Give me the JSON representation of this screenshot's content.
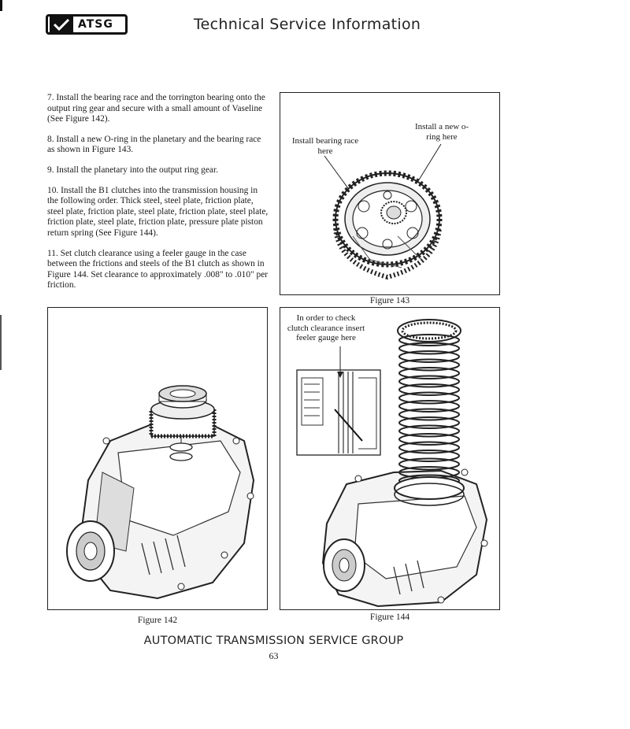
{
  "header": {
    "logo_text": "ATSG",
    "title": "Technical Service Information"
  },
  "instructions": [
    "7. Install the bearing race and the torrington bearing onto the output ring gear and secure with a small amount of Vaseline (See Figure 142).",
    "8. Install a new O-ring in the planetary and the bearing race as shown in Figure 143.",
    "9. Install the planetary into the output ring gear.",
    "10. Install the B1 clutches into the transmission housing in the following order. Thick steel, steel plate, friction plate, steel plate, friction plate, steel plate, friction plate, steel plate, friction plate, steel plate, friction plate, pressure plate piston return spring (See Figure 144).",
    "11. Set clutch clearance using a feeler gauge in the case between the frictions and steels of the B1 clutch as shown in Figure 144. Set clearance to approximately .008\" to .010\" per friction."
  ],
  "figures": {
    "fig143": {
      "caption": "Figure 143",
      "callout_oring": "Install a new o-ring here",
      "callout_race": "Install bearing race here"
    },
    "fig142": {
      "caption": "Figure 142"
    },
    "fig144": {
      "caption": "Figure 144",
      "callout_feeler": "In order to check clutch clearance insert feeler gauge here"
    }
  },
  "footer": {
    "org": "AUTOMATIC TRANSMISSION SERVICE GROUP",
    "page_number": "63"
  }
}
